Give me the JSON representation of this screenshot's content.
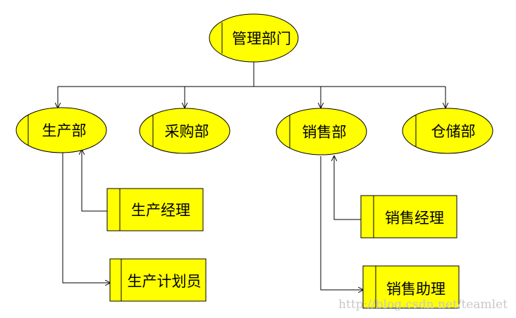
{
  "diagram": {
    "root": {
      "label": "管理部门"
    },
    "departments": [
      {
        "label": "生产部"
      },
      {
        "label": "采购部"
      },
      {
        "label": "销售部"
      },
      {
        "label": "仓储部"
      }
    ],
    "roles": [
      {
        "label": "生产经理",
        "department": "生产部"
      },
      {
        "label": "生产计划员",
        "department": "生产部"
      },
      {
        "label": "销售经理",
        "department": "销售部"
      },
      {
        "label": "销售助理",
        "department": "销售部"
      }
    ],
    "colors": {
      "fill": "#ffff00",
      "stroke": "#000000",
      "line": "#000000"
    }
  },
  "watermark": "http://blog.csdn.net/teamlet"
}
